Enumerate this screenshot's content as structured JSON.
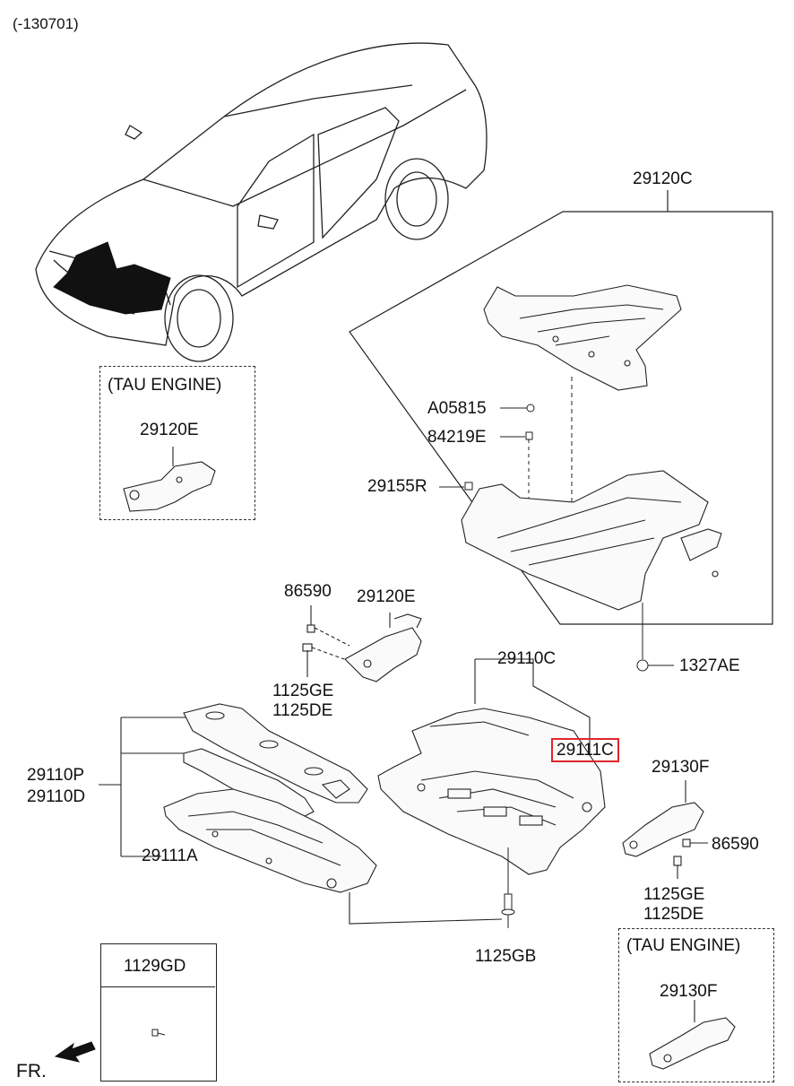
{
  "header": {
    "code": "(-130701)"
  },
  "parts": {
    "p29120C": "29120C",
    "pA05815": "A05815",
    "p84219E": "84219E",
    "p29155R": "29155R",
    "p1327AE": "1327AE",
    "p86590a": "86590",
    "p29120E_main": "29120E",
    "p1125GE_a": "1125GE",
    "p1125DE_a": "1125DE",
    "p29110C": "29110C",
    "p29111C": "29111C",
    "p29110P": "29110P",
    "p29110D": "29110D",
    "p29111A": "29111A",
    "p29130F_main": "29130F",
    "p86590b": "86590",
    "p1125GE_b": "1125GE",
    "p1125DE_b": "1125DE",
    "p1125GB": "1125GB",
    "p1129GD": "1129GD"
  },
  "tau_left": {
    "title": "(TAU ENGINE)",
    "part": "29120E"
  },
  "tau_right": {
    "title": "(TAU ENGINE)",
    "part": "29130F"
  },
  "direction": {
    "label": "FR."
  },
  "colors": {
    "highlight": "#e0262c",
    "line": "#222222"
  }
}
